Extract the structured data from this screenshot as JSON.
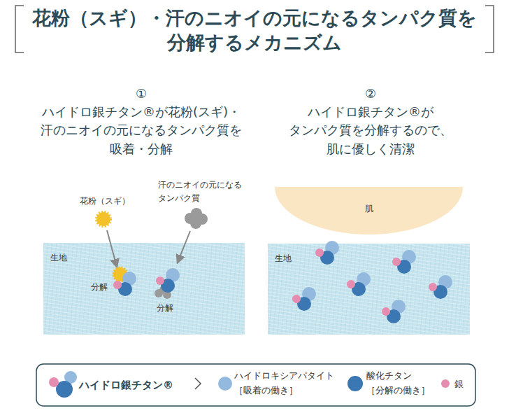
{
  "diagram": {
    "title": "花粉（スギ）・汗のニオイの元になるタンパク質を 分解するメカニズム",
    "nodes": [
      {
        "text": [
          "生地"
        ]
      },
      {
        "text": [
          "肌"
        ]
      },
      {
        "text": [
          "生地"
        ]
      }
    ],
    "labels": [
      "①",
      "ハイドロ銀チタン®が花粉(スギ)・ 汗のニオイの元になるタンパク質を 吸着・分解",
      "②",
      "ハイドロ銀チタン®が タンパク質を分解するので、 肌に優しく清潔",
      "花粉（スギ）",
      "汗のニオイの元になる タンパク質",
      "分解",
      "分解"
    ],
    "legend": [
      {
        "text": "ハイドロ銀チタン®"
      },
      {
        "text": "ハイドロキシアパタイト ［吸着の働き］",
        "color": "#94b9de"
      },
      {
        "text": "酸化チタン ［分解の働き］",
        "color": "#3b78b3"
      },
      {
        "text": "銀",
        "color": "#e58db0"
      }
    ]
  }
}
